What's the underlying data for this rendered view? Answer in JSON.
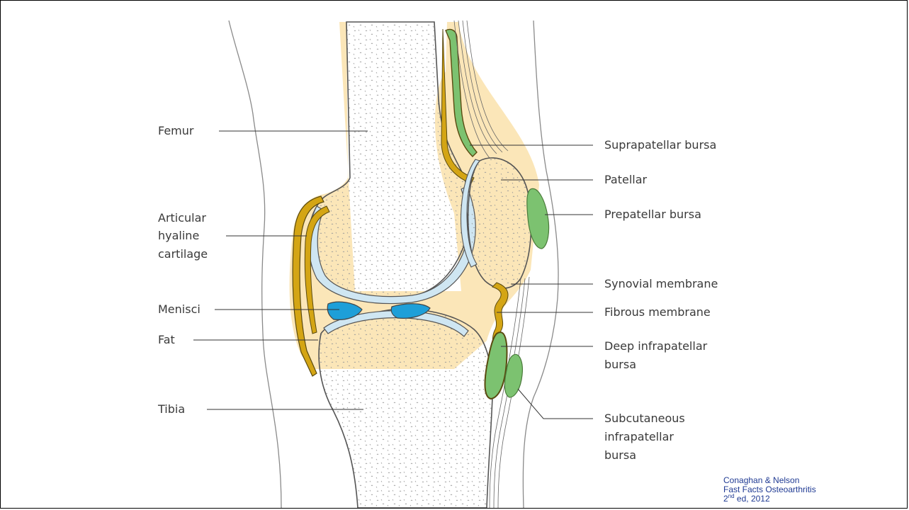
{
  "labels": {
    "femur": "Femur",
    "articular_1": "Articular",
    "articular_2": "hyaline",
    "articular_3": "cartilage",
    "menisci": "Menisci",
    "fat": "Fat",
    "tibia": "Tibia",
    "suprapatellar": "Suprapatellar bursa",
    "patellar": "Patellar",
    "prepatellar": "Prepatellar bursa",
    "synovial": "Synovial membrane",
    "fibrous": "Fibrous membrane",
    "deep_1": "Deep infrapatellar",
    "deep_2": "bursa",
    "subcut_1": "Subcutaneous",
    "subcut_2": "infrapatellar",
    "subcut_3": "bursa"
  },
  "citation": {
    "line1": "Conaghan & Nelson",
    "line2": "Fast Facts Osteoarthritis",
    "edition_num": "2",
    "edition_sup": "nd",
    "edition_rest": " ed, 2012"
  },
  "colors": {
    "bone_fill": "#f4f4f2",
    "fat": "#fbe6b8",
    "cartilage": "#cfe6f2",
    "menisci": "#1e9fd8",
    "bursa": "#7cc270",
    "synovial": "#d4a514",
    "outline": "#555555",
    "skin": "#8a8a8a",
    "citation": "#1f3a93"
  }
}
